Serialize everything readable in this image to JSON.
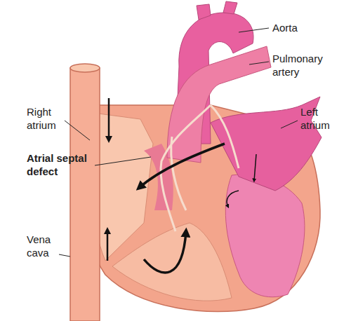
{
  "diagram": {
    "labels": [
      "Aorta",
      "Pulmonary artery",
      "Left atrium",
      "Right atrium",
      "Atrial septal defect",
      "Vena cava"
    ]
  }
}
